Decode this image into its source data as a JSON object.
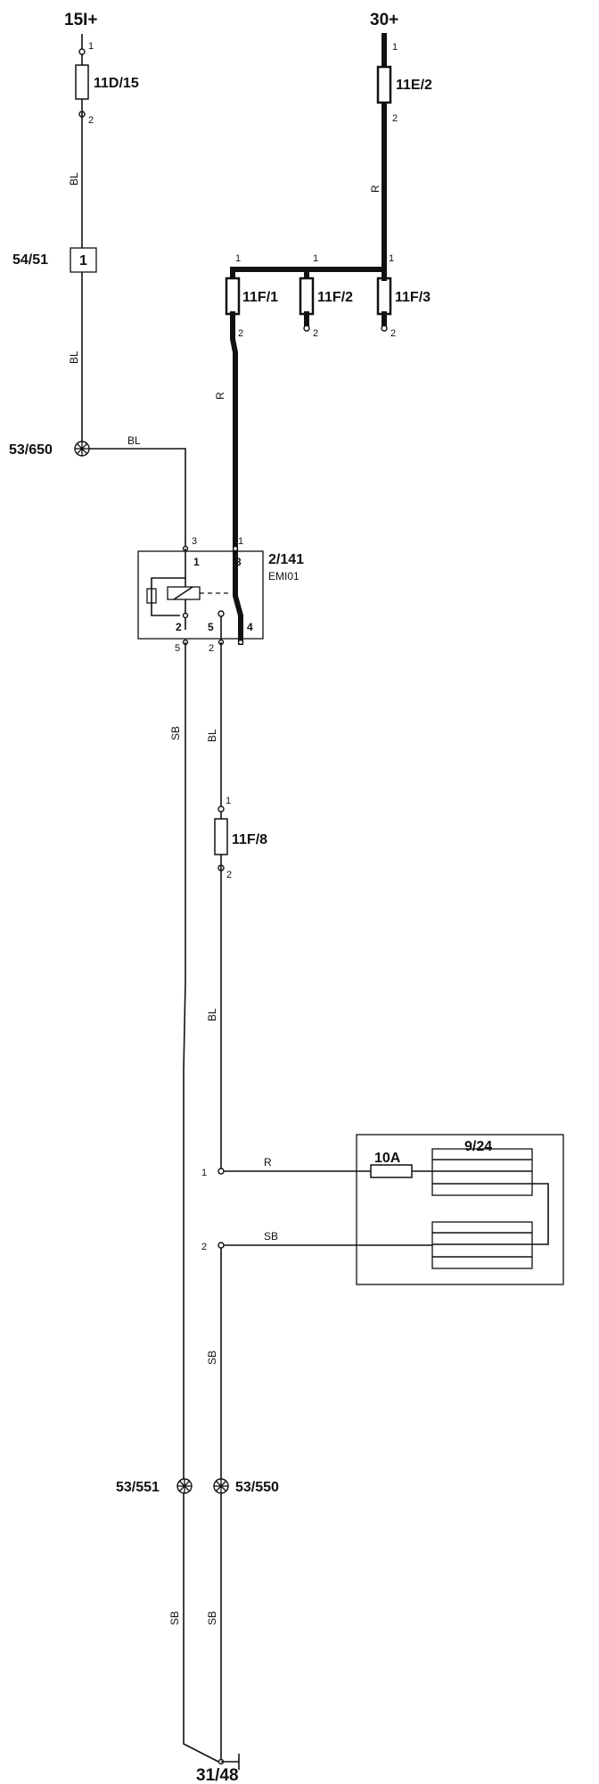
{
  "terminals": {
    "t15": "15I+",
    "t30": "30+",
    "ground": "31/48"
  },
  "fuses": {
    "f11d15": "11D/15",
    "f11e2": "11E/2",
    "f11f1": "11F/1",
    "f11f2": "11F/2",
    "f11f3": "11F/3",
    "f11f8": "11F/8",
    "f10a": "10A"
  },
  "components": {
    "connector": "54/51",
    "connector_pin": "1",
    "splice_650": "53/650",
    "relay": "2/141",
    "relay_sub": "EMI01",
    "module": "9/24",
    "splice_551": "53/551",
    "splice_550": "53/550"
  },
  "wire_colors": {
    "bl": "BL",
    "r": "R",
    "sb": "SB"
  },
  "pins": {
    "p1": "1",
    "p2": "2",
    "p3": "3",
    "p4": "4",
    "p5": "5"
  }
}
